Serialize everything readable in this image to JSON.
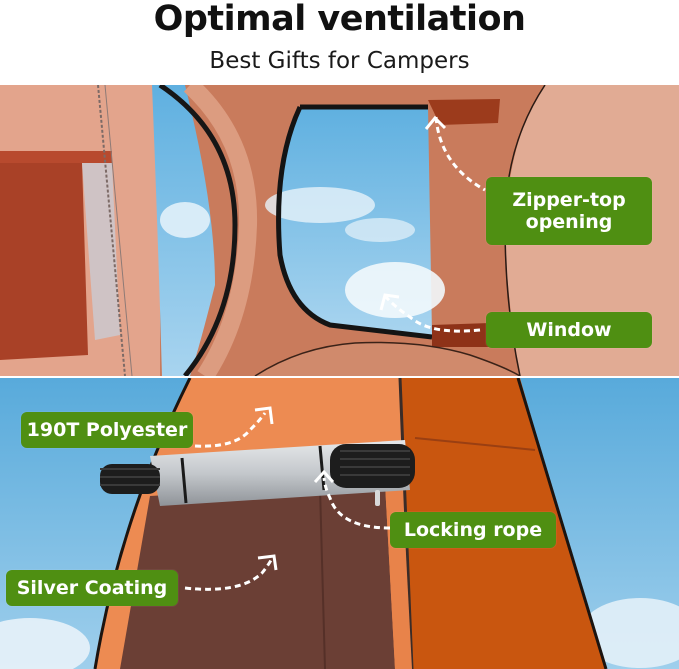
{
  "header": {
    "title": "Optimal ventilation",
    "subtitle": "Best Gifts for Campers"
  },
  "panels": {
    "top": {
      "scene": "tent-interior-view-through-mesh-window",
      "callouts": [
        {
          "id": "zipper-top",
          "text": "Zipper-top opening"
        },
        {
          "id": "window",
          "text": "Window"
        }
      ]
    },
    "bottom": {
      "scene": "orange-popup-tent-exterior-with-vent-tube",
      "callouts": [
        {
          "id": "polyester",
          "text": "190T Polyester"
        },
        {
          "id": "locking-rope",
          "text": "Locking rope"
        },
        {
          "id": "silver-coating",
          "text": "Silver Coating"
        }
      ]
    }
  },
  "colors": {
    "label_green": "#4f8f12",
    "label_text": "#ffffff",
    "tent_orange": "#e8824a",
    "tent_dark_orange": "#c9560f",
    "tent_brown": "#6b3f35",
    "sky_blue": "#5eaedc",
    "tent_interior_terracotta": "#c97a5a"
  }
}
